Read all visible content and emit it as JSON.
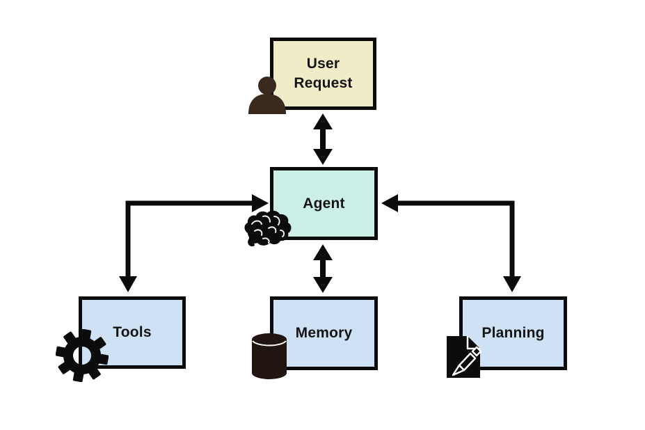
{
  "diagram_type": "flowchart",
  "nodes": {
    "user_request": {
      "label": "User Request",
      "fill": "#f1ecc8",
      "icon": "person-icon"
    },
    "agent": {
      "label": "Agent",
      "fill": "#cbeee7",
      "icon": "brain-icon"
    },
    "tools": {
      "label": "Tools",
      "fill": "#cfe1f4",
      "icon": "gear-icon"
    },
    "memory": {
      "label": "Memory",
      "fill": "#cfe1f4",
      "icon": "database-icon"
    },
    "planning": {
      "label": "Planning",
      "fill": "#cfe1f4",
      "icon": "document-pencil-icon"
    }
  },
  "edges": [
    {
      "from": "User Request",
      "to": "Agent",
      "type": "double-headed vertical arrow"
    },
    {
      "from": "Agent",
      "to": "Memory",
      "type": "double-headed vertical arrow"
    },
    {
      "from": "Agent",
      "to": "Tools",
      "type": "elbow connector, arrowheads pointing into Agent (right) and into Tools (down)"
    },
    {
      "from": "Agent",
      "to": "Planning",
      "type": "elbow connector, arrowheads pointing into Agent (left) and into Planning (down)"
    }
  ],
  "colors": {
    "background": "#ffffff",
    "box_border": "#0b0b0b",
    "arrow": "#0b0b0b",
    "text": "#141414",
    "person_icon": "#3a2a1e",
    "database_icon": "#201510",
    "icon_black": "#0c0c0c",
    "brain_squiggle": "#e9f3ef"
  }
}
